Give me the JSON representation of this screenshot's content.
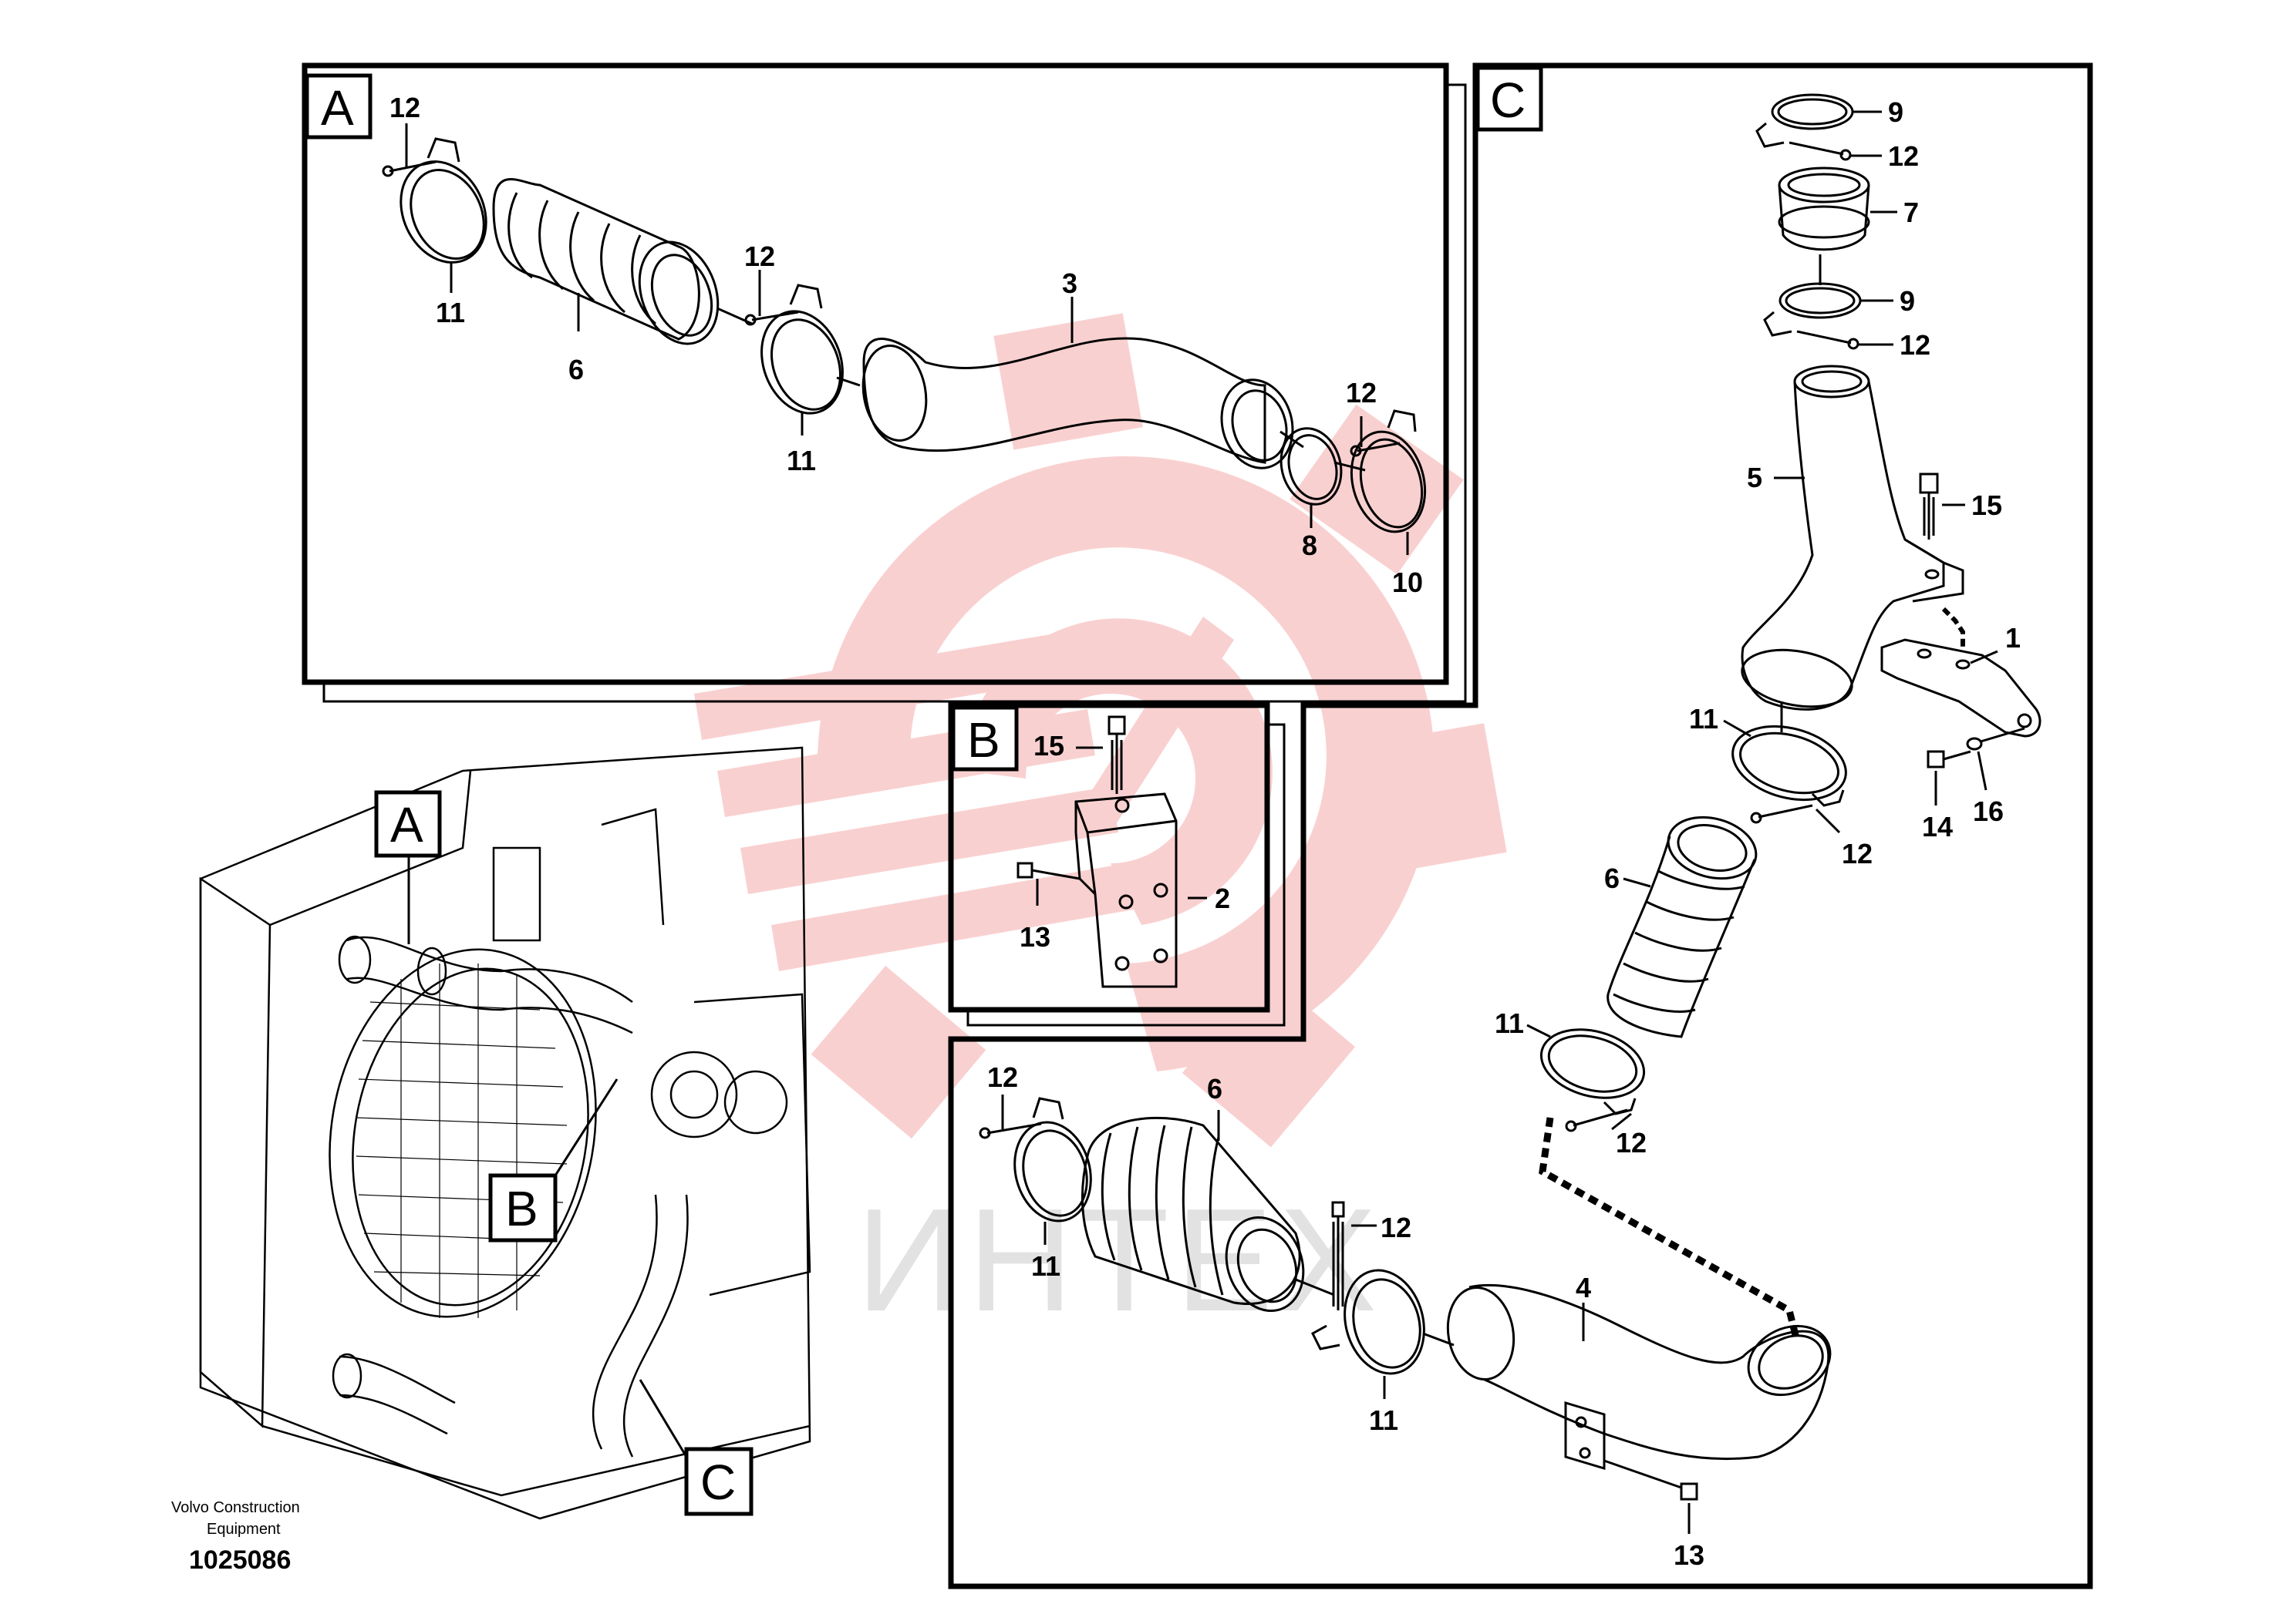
{
  "diagram": {
    "sections": [
      {
        "letter": "A"
      },
      {
        "letter": "B"
      },
      {
        "letter": "C"
      }
    ],
    "overview_labels": [
      "A",
      "B",
      "C"
    ],
    "callouts": {
      "a_12_top": "12",
      "a_11_left": "11",
      "a_6": "6",
      "a_12_mid": "12",
      "a_11_mid": "11",
      "a_3": "3",
      "a_12_right": "12",
      "a_8": "8",
      "a_10": "10",
      "b_15": "15",
      "b_2": "2",
      "b_13": "13",
      "c_9_top": "9",
      "c_12_a": "12",
      "c_7": "7",
      "c_9_b": "9",
      "c_12_b": "12",
      "c_5": "5",
      "c_15": "15",
      "c_1": "1",
      "c_11_a": "11",
      "c_12_c": "12",
      "c_14": "14",
      "c_16": "16",
      "c_6": "6",
      "c_11_b": "11",
      "c_12_d": "12",
      "lo_12_a": "12",
      "lo_6": "6",
      "lo_11_a": "11",
      "lo_12_b": "12",
      "lo_4": "4",
      "lo_11_b": "11",
      "lo_13": "13"
    },
    "caption_line1": "Volvo Construction",
    "caption_line2": "Equipment",
    "document_number": "1025086",
    "watermark_text": "ИНТЕХ",
    "colors": {
      "line": "#000000",
      "watermark": "#f6b8b8",
      "watermark_text": "#e2e2e2"
    }
  }
}
